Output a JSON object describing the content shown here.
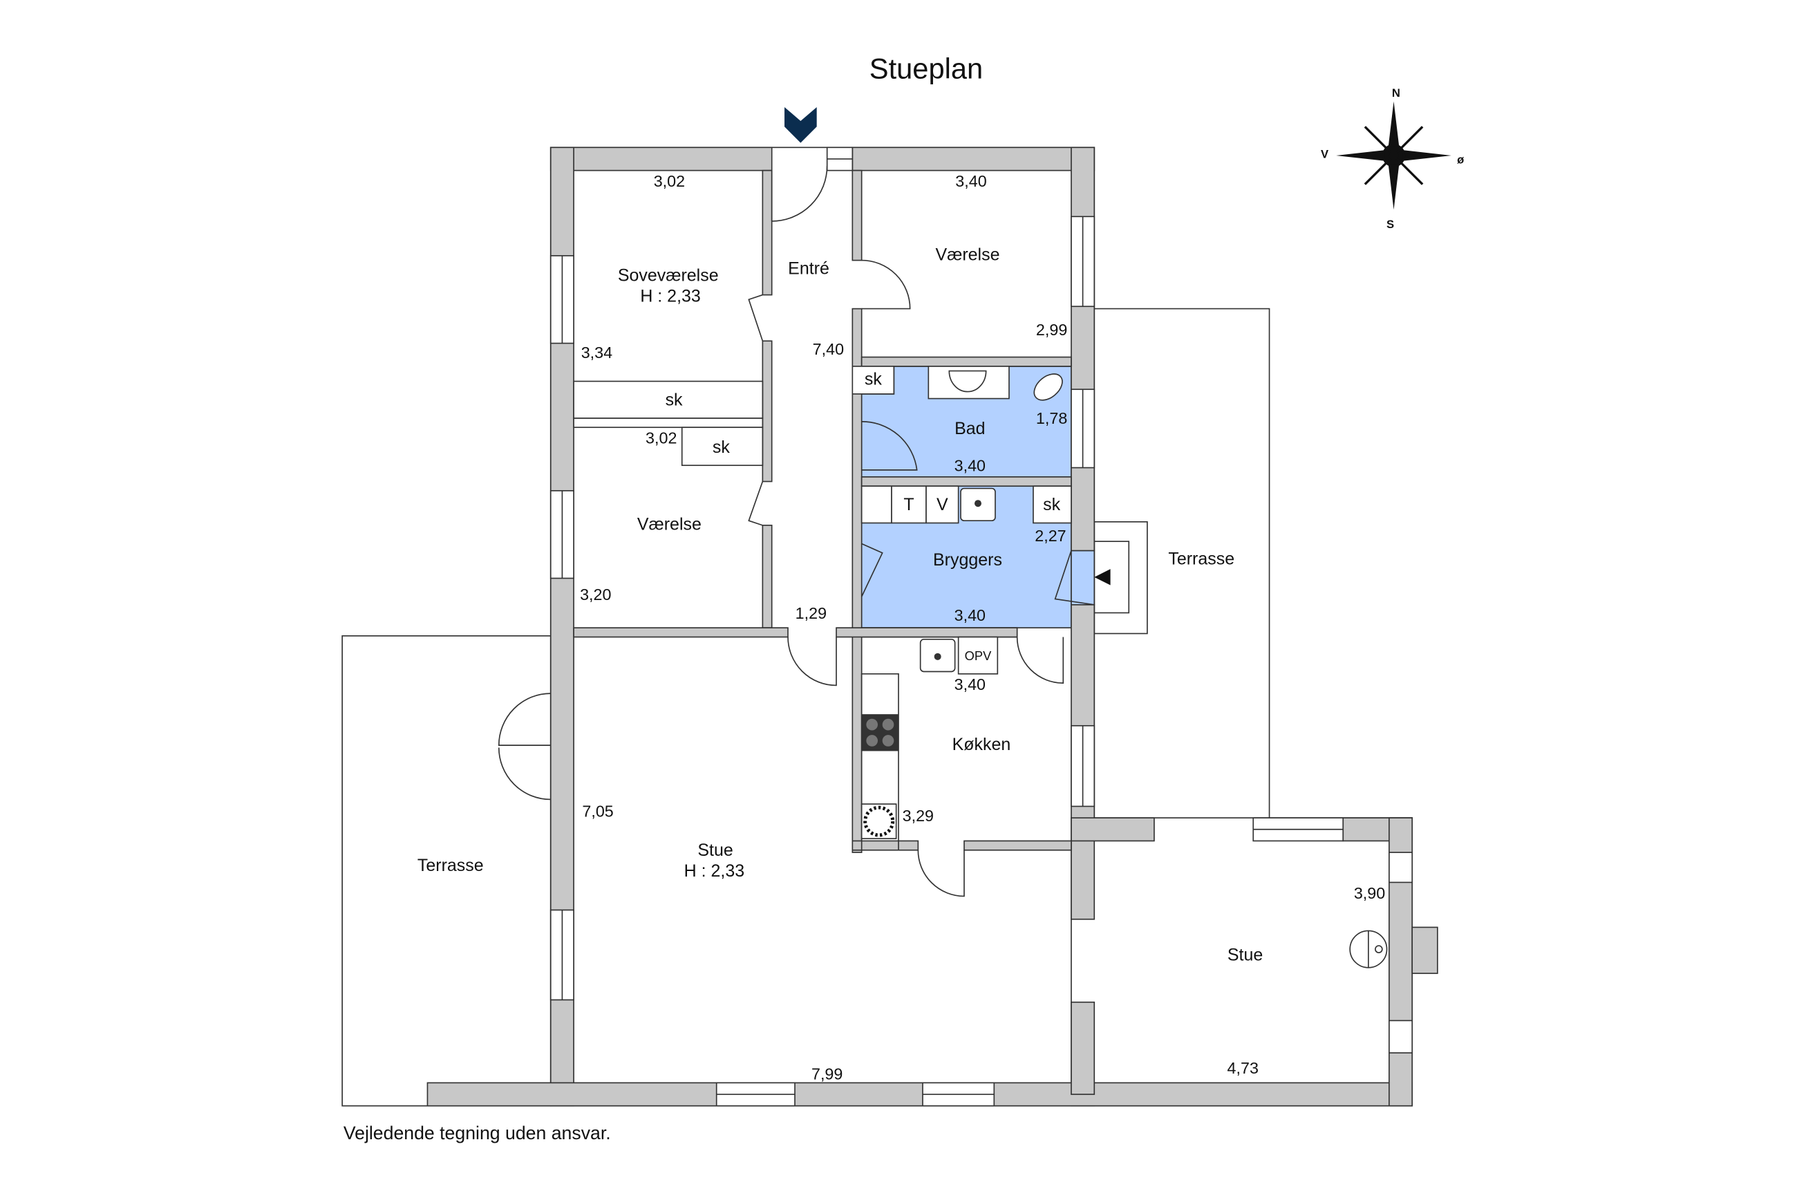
{
  "title": "Stueplan",
  "disclaimer": "Vejledende tegning uden ansvar.",
  "compass": {
    "n": "N",
    "s": "S",
    "e": "ø",
    "w": "V"
  },
  "colors": {
    "wet_room": "#b3d1ff",
    "wall": "#c8c8c8",
    "entry_marker": "#0b2d4f"
  },
  "rooms": {
    "sovevaerelse": {
      "name": "Soveværelse",
      "height": "H : 2,33",
      "dim_w": "3,02",
      "dim_h": "3,34"
    },
    "sovevaerelse_closet": "sk",
    "vaerelse_left": {
      "name": "Værelse",
      "dim_w": "3,02",
      "dim_h": "3,20",
      "closet": "sk"
    },
    "entre": {
      "name": "Entré",
      "dim_l": "7,40",
      "dim_w": "1,29"
    },
    "vaerelse_right": {
      "name": "Værelse",
      "dim_w": "3,40",
      "dim_h": "2,99"
    },
    "bad": {
      "name": "Bad",
      "dim_w": "3,40",
      "dim_h": "1,78",
      "closet": "sk"
    },
    "bryggers": {
      "name": "Bryggers",
      "dim_w": "3,40",
      "dim_h": "2,27",
      "closet": "sk",
      "appliance_t": "T",
      "appliance_v": "V"
    },
    "kokken": {
      "name": "Køkken",
      "dim_w": "3,40",
      "dim_h": "3,29",
      "opv": "OPV"
    },
    "stue_main": {
      "name": "Stue",
      "height": "H : 2,33",
      "dim_w": "7,99",
      "dim_h": "7,05"
    },
    "stue_right": {
      "name": "Stue",
      "dim_w": "4,73",
      "dim_h": "3,90"
    },
    "terrasse_left": {
      "name": "Terrasse"
    },
    "terrasse_right": {
      "name": "Terrasse"
    }
  }
}
